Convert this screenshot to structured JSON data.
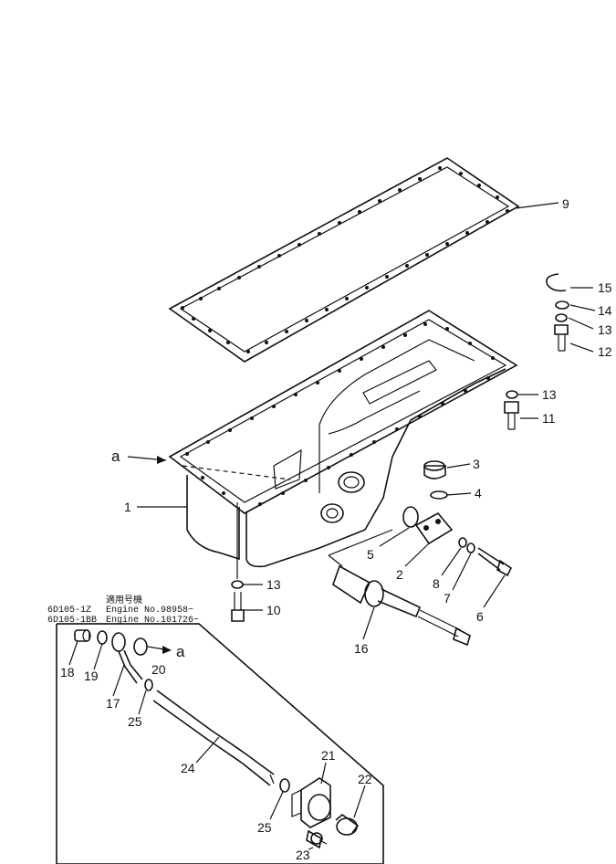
{
  "part_labels": {
    "p1": "1",
    "p2": "2",
    "p3": "3",
    "p4": "4",
    "p5": "5",
    "p6": "6",
    "p7": "7",
    "p8": "8",
    "p9": "9",
    "p10": "10",
    "p11": "11",
    "p12": "12",
    "p13a": "13",
    "p13b": "13",
    "p13c": "13",
    "p14": "14",
    "p15": "15",
    "p16": "16",
    "p17": "17",
    "p18": "18",
    "p19": "19",
    "p20": "20",
    "p21": "21",
    "p22": "22",
    "p23": "23",
    "p24": "24",
    "p25a": "25",
    "p25b": "25"
  },
  "ref_a_main": "a",
  "ref_a_inset": "a",
  "applicability": {
    "header_jp": "適用号機",
    "rows": [
      {
        "model": "6D105-1Z",
        "engine_label": "Engine No.",
        "range": "98958~"
      },
      {
        "model": "6D105-1BB",
        "engine_label": "Engine No.",
        "range": "101726~"
      }
    ]
  }
}
